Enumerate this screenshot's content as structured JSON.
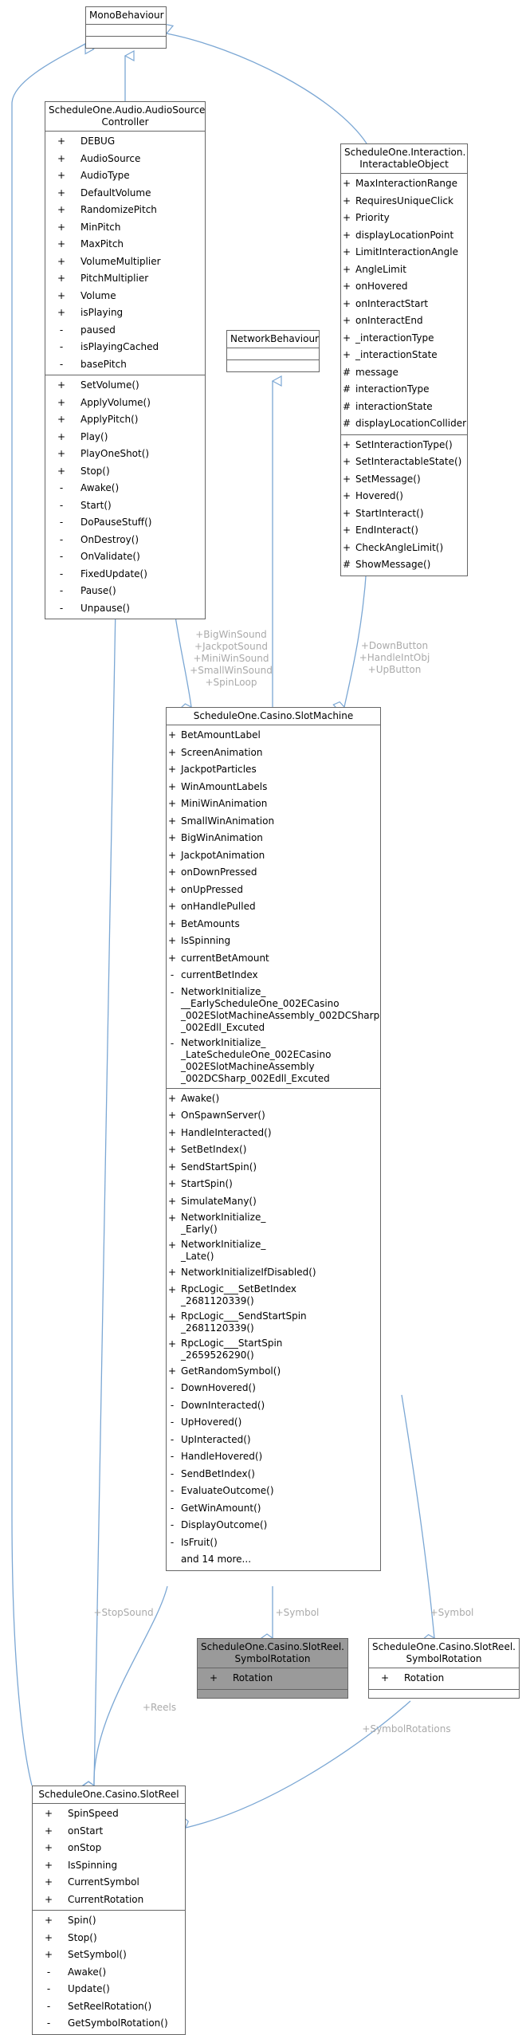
{
  "classes": {
    "monobehaviour": {
      "title": "MonoBehaviour"
    },
    "audio_controller": {
      "title": "ScheduleOne.Audio.AudioSource\nController",
      "attributes": [
        {
          "vis": "+",
          "name": "DEBUG"
        },
        {
          "vis": "+",
          "name": "AudioSource"
        },
        {
          "vis": "+",
          "name": "AudioType"
        },
        {
          "vis": "+",
          "name": "DefaultVolume"
        },
        {
          "vis": "+",
          "name": "RandomizePitch"
        },
        {
          "vis": "+",
          "name": "MinPitch"
        },
        {
          "vis": "+",
          "name": "MaxPitch"
        },
        {
          "vis": "+",
          "name": "VolumeMultiplier"
        },
        {
          "vis": "+",
          "name": "PitchMultiplier"
        },
        {
          "vis": "+",
          "name": "Volume"
        },
        {
          "vis": "+",
          "name": "isPlaying"
        },
        {
          "vis": "-",
          "name": "paused"
        },
        {
          "vis": "-",
          "name": "isPlayingCached"
        },
        {
          "vis": "-",
          "name": "basePitch"
        }
      ],
      "methods": [
        {
          "vis": "+",
          "name": "SetVolume()"
        },
        {
          "vis": "+",
          "name": "ApplyVolume()"
        },
        {
          "vis": "+",
          "name": "ApplyPitch()"
        },
        {
          "vis": "+",
          "name": "Play()"
        },
        {
          "vis": "+",
          "name": "PlayOneShot()"
        },
        {
          "vis": "+",
          "name": "Stop()"
        },
        {
          "vis": "-",
          "name": "Awake()"
        },
        {
          "vis": "-",
          "name": "Start()"
        },
        {
          "vis": "-",
          "name": "DoPauseStuff()"
        },
        {
          "vis": "-",
          "name": "OnDestroy()"
        },
        {
          "vis": "-",
          "name": "OnValidate()"
        },
        {
          "vis": "-",
          "name": "FixedUpdate()"
        },
        {
          "vis": "-",
          "name": "Pause()"
        },
        {
          "vis": "-",
          "name": "Unpause()"
        }
      ]
    },
    "interactable": {
      "title": "ScheduleOne.Interaction.\nInteractableObject",
      "attributes": [
        {
          "vis": "+",
          "name": "MaxInteractionRange"
        },
        {
          "vis": "+",
          "name": "RequiresUniqueClick"
        },
        {
          "vis": "+",
          "name": "Priority"
        },
        {
          "vis": "+",
          "name": "displayLocationPoint"
        },
        {
          "vis": "+",
          "name": "LimitInteractionAngle"
        },
        {
          "vis": "+",
          "name": "AngleLimit"
        },
        {
          "vis": "+",
          "name": "onHovered"
        },
        {
          "vis": "+",
          "name": "onInteractStart"
        },
        {
          "vis": "+",
          "name": "onInteractEnd"
        },
        {
          "vis": "+",
          "name": "_interactionType"
        },
        {
          "vis": "+",
          "name": "_interactionState"
        },
        {
          "vis": "#",
          "name": "message"
        },
        {
          "vis": "#",
          "name": "interactionType"
        },
        {
          "vis": "#",
          "name": "interactionState"
        },
        {
          "vis": "#",
          "name": "displayLocationCollider"
        }
      ],
      "methods": [
        {
          "vis": "+",
          "name": "SetInteractionType()"
        },
        {
          "vis": "+",
          "name": "SetInteractableState()"
        },
        {
          "vis": "+",
          "name": "SetMessage()"
        },
        {
          "vis": "+",
          "name": "Hovered()"
        },
        {
          "vis": "+",
          "name": "StartInteract()"
        },
        {
          "vis": "+",
          "name": "EndInteract()"
        },
        {
          "vis": "+",
          "name": "CheckAngleLimit()"
        },
        {
          "vis": "#",
          "name": "ShowMessage()"
        }
      ]
    },
    "networkbehaviour": {
      "title": "NetworkBehaviour"
    },
    "slotmachine": {
      "title": "ScheduleOne.Casino.SlotMachine",
      "attributes": [
        {
          "vis": "+",
          "name": "BetAmountLabel"
        },
        {
          "vis": "+",
          "name": "ScreenAnimation"
        },
        {
          "vis": "+",
          "name": "JackpotParticles"
        },
        {
          "vis": "+",
          "name": "WinAmountLabels"
        },
        {
          "vis": "+",
          "name": "MiniWinAnimation"
        },
        {
          "vis": "+",
          "name": "SmallWinAnimation"
        },
        {
          "vis": "+",
          "name": "BigWinAnimation"
        },
        {
          "vis": "+",
          "name": "JackpotAnimation"
        },
        {
          "vis": "+",
          "name": "onDownPressed"
        },
        {
          "vis": "+",
          "name": "onUpPressed"
        },
        {
          "vis": "+",
          "name": "onHandlePulled"
        },
        {
          "vis": "+",
          "name": "BetAmounts"
        },
        {
          "vis": "+",
          "name": "IsSpinning"
        },
        {
          "vis": "+",
          "name": "currentBetAmount"
        },
        {
          "vis": "-",
          "name": "currentBetIndex"
        },
        {
          "vis": "-",
          "name": "NetworkInitialize_\n__EarlyScheduleOne_002ECasino\n_002ESlotMachineAssembly_002DCSharp\n_002Edll_Excuted"
        },
        {
          "vis": "-",
          "name": "NetworkInitialize_\n_LateScheduleOne_002ECasino\n_002ESlotMachineAssembly\n_002DCSharp_002Edll_Excuted"
        }
      ],
      "methods": [
        {
          "vis": "+",
          "name": "Awake()"
        },
        {
          "vis": "+",
          "name": "OnSpawnServer()"
        },
        {
          "vis": "+",
          "name": "HandleInteracted()"
        },
        {
          "vis": "+",
          "name": "SetBetIndex()"
        },
        {
          "vis": "+",
          "name": "SendStartSpin()"
        },
        {
          "vis": "+",
          "name": "StartSpin()"
        },
        {
          "vis": "+",
          "name": "SimulateMany()"
        },
        {
          "vis": "+",
          "name": "NetworkInitialize_\n_Early()"
        },
        {
          "vis": "+",
          "name": "NetworkInitialize_\n_Late()"
        },
        {
          "vis": "+",
          "name": "NetworkInitializeIfDisabled()"
        },
        {
          "vis": "+",
          "name": "RpcLogic___SetBetIndex\n_2681120339()"
        },
        {
          "vis": "+",
          "name": "RpcLogic___SendStartSpin\n_2681120339()"
        },
        {
          "vis": "+",
          "name": "RpcLogic___StartSpin\n_2659526290()"
        },
        {
          "vis": "+",
          "name": "GetRandomSymbol()"
        },
        {
          "vis": "-",
          "name": "DownHovered()"
        },
        {
          "vis": "-",
          "name": "DownInteracted()"
        },
        {
          "vis": "-",
          "name": "UpHovered()"
        },
        {
          "vis": "-",
          "name": "UpInteracted()"
        },
        {
          "vis": "-",
          "name": "HandleHovered()"
        },
        {
          "vis": "-",
          "name": "SendBetIndex()"
        },
        {
          "vis": "-",
          "name": "EvaluateOutcome()"
        },
        {
          "vis": "-",
          "name": "GetWinAmount()"
        },
        {
          "vis": "-",
          "name": "DisplayOutcome()"
        },
        {
          "vis": "-",
          "name": "IsFruit()"
        }
      ],
      "more": "and 14 more..."
    },
    "symbolrotation_dark": {
      "title": "ScheduleOne.Casino.SlotReel.\nSymbolRotation",
      "attributes": [
        {
          "vis": "+",
          "name": "Rotation"
        }
      ]
    },
    "symbolrotation_white": {
      "title": "ScheduleOne.Casino.SlotReel.\nSymbolRotation",
      "attributes": [
        {
          "vis": "+",
          "name": "Rotation"
        }
      ]
    },
    "slotreel": {
      "title": "ScheduleOne.Casino.SlotReel",
      "attributes": [
        {
          "vis": "+",
          "name": "SpinSpeed"
        },
        {
          "vis": "+",
          "name": "onStart"
        },
        {
          "vis": "+",
          "name": "onStop"
        },
        {
          "vis": "+",
          "name": "IsSpinning"
        },
        {
          "vis": "+",
          "name": "CurrentSymbol"
        },
        {
          "vis": "+",
          "name": "CurrentRotation"
        }
      ],
      "methods": [
        {
          "vis": "+",
          "name": "Spin()"
        },
        {
          "vis": "+",
          "name": "Stop()"
        },
        {
          "vis": "+",
          "name": "SetSymbol()"
        },
        {
          "vis": "-",
          "name": "Awake()"
        },
        {
          "vis": "-",
          "name": "Update()"
        },
        {
          "vis": "-",
          "name": "SetReelRotation()"
        },
        {
          "vis": "-",
          "name": "GetSymbolRotation()"
        }
      ]
    }
  },
  "edge_labels": {
    "audio_to_slotmachine": "+BigWinSound\n+JackpotSound\n+MiniWinSound\n+SmallWinSound\n+SpinLoop",
    "interactable_to_slotmachine": "+DownButton\n+HandleIntObj\n+UpButton",
    "audio_to_slotreel": "+StopSound",
    "slotmachine_to_reels": "+Reels",
    "slotmachine_to_symbol_dark": "+Symbol",
    "slotmachine_to_symbol_white": "+Symbol",
    "symbolrotations": "+SymbolRotations"
  },
  "colors": {
    "edge": "#7ba7d4",
    "box_border": "#666666",
    "dark_box": "#9a9a9a",
    "edge_label": "#aaaaaa"
  }
}
